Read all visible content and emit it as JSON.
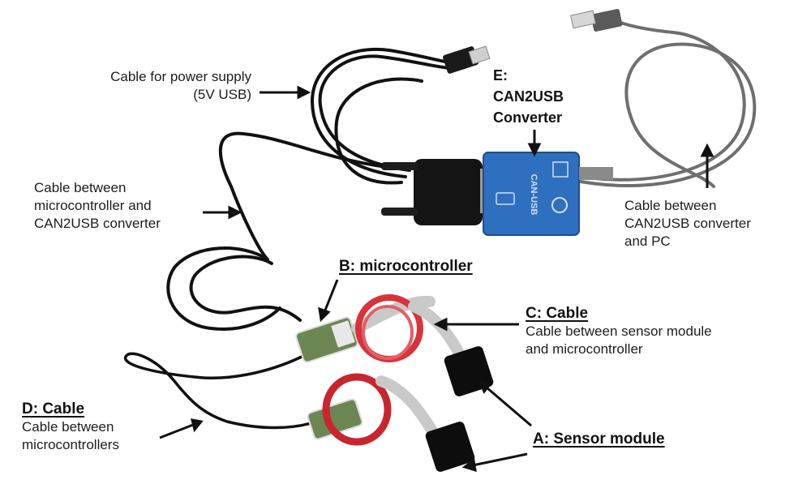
{
  "figure": {
    "labels": {
      "power_cable": {
        "lines": [
          "Cable for power supply",
          "(5V USB)"
        ]
      },
      "converter": {
        "title_lines": [
          "E:",
          "CAN2USB",
          "Converter"
        ]
      },
      "micro_can_cable": {
        "lines": [
          "Cable between",
          "microcontroller and",
          "CAN2USB converter"
        ]
      },
      "pc_cable": {
        "lines": [
          "Cable between",
          "CAN2USB converter",
          "and PC"
        ]
      },
      "microcontroller": {
        "title": "B:  microcontroller"
      },
      "cable_c": {
        "title": "C:  Cable",
        "lines": [
          "Cable between sensor module",
          "and microcontroller"
        ]
      },
      "cable_d": {
        "title": "D:  Cable",
        "lines": [
          "Cable between",
          "microcontrollers"
        ]
      },
      "sensor_module": {
        "title": "A:  Sensor module"
      }
    },
    "device_text": {
      "can_usb": "CAN-USB"
    },
    "colors": {
      "converter_blue": "#2f6fc0",
      "ribbon_red": "#d8333a",
      "ribbon_gray": "#c9c9c9",
      "cable_black": "#111111",
      "usb_cable_gray": "#6e6e6e",
      "pcb_green": "#5f7a4c"
    }
  }
}
